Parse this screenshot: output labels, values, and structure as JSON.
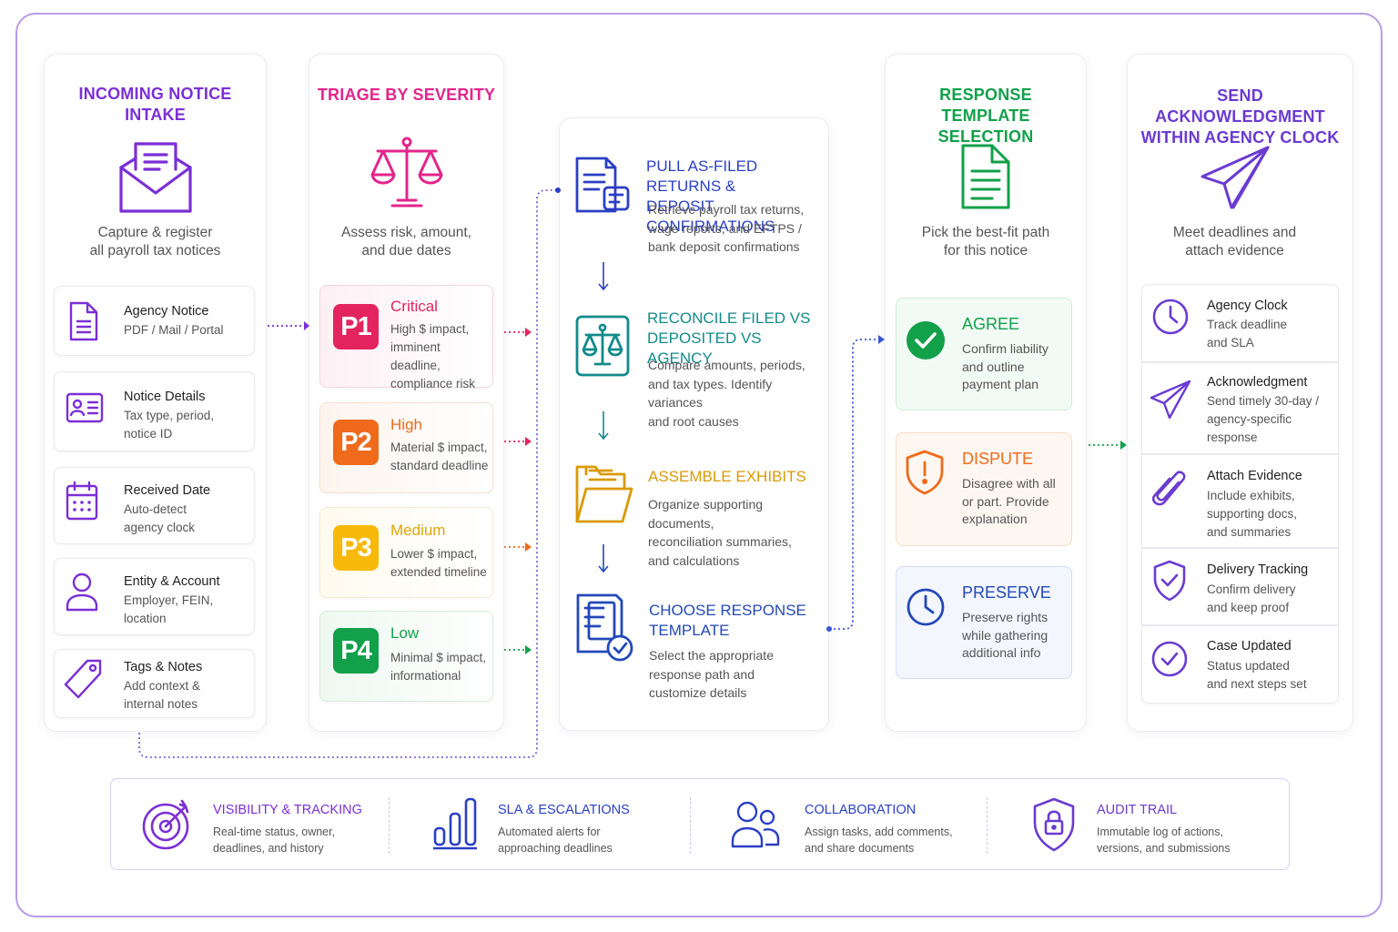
{
  "colors": {
    "purple": "#7b2fd6",
    "magenta": "#e3248c",
    "blue": "#2b3fc4",
    "teal": "#138a8a",
    "gold": "#d99a06",
    "green": "#12a04a",
    "orange": "#ef6a1b",
    "dark_blue": "#2348b8",
    "violet": "#6a3bd1"
  },
  "intake": {
    "title": "INCOMING NOTICE INTAKE",
    "icon": "envelope-document-icon",
    "subtitle_line1": "Capture & register",
    "subtitle_line2": "all payroll tax notices",
    "items": [
      {
        "title": "Agency Notice",
        "desc1": "PDF / Mail / Portal",
        "desc2": "",
        "icon": "document-icon"
      },
      {
        "title": "Notice Details",
        "desc1": "Tax type, period,",
        "desc2": "notice ID",
        "icon": "id-card-icon"
      },
      {
        "title": "Received Date",
        "desc1": "Auto-detect",
        "desc2": "agency clock",
        "icon": "calendar-icon"
      },
      {
        "title": "Entity & Account",
        "desc1": "Employer, FEIN,",
        "desc2": "location",
        "icon": "user-icon"
      },
      {
        "title": "Tags & Notes",
        "desc1": "Add context &",
        "desc2": "internal notes",
        "icon": "tag-icon"
      }
    ]
  },
  "triage": {
    "title": "TRIAGE BY SEVERITY",
    "icon": "scales-icon",
    "subtitle_line1": "Assess risk, amount,",
    "subtitle_line2": "and due dates",
    "levels": [
      {
        "badge": "P1",
        "title": "Critical",
        "desc1": "High $ impact,",
        "desc2": "imminent deadline,",
        "desc3": "compliance risk"
      },
      {
        "badge": "P2",
        "title": "High",
        "desc1": "Material $ impact,",
        "desc2": "standard deadline",
        "desc3": ""
      },
      {
        "badge": "P3",
        "title": "Medium",
        "desc1": "Lower $ impact,",
        "desc2": "extended timeline",
        "desc3": ""
      },
      {
        "badge": "P4",
        "title": "Low",
        "desc1": "Minimal $ impact,",
        "desc2": "informational",
        "desc3": ""
      }
    ]
  },
  "steps": [
    {
      "title1": "PULL AS-FILED RETURNS &",
      "title2": "DEPOSIT CONFIRMATIONS",
      "desc1": "Retrieve payroll tax returns,",
      "desc2": "wage reports, and EFTPS /",
      "desc3": "bank deposit confirmations",
      "icon": "documents-icon"
    },
    {
      "title1": "RECONCILE FILED vs",
      "title2": "DEPOSITED vs AGENCY",
      "desc1": "Compare amounts, periods,",
      "desc2": "and tax types. Identify variances",
      "desc3": "and root causes",
      "icon": "balance-icon"
    },
    {
      "title1": "ASSEMBLE EXHIBITS",
      "title2": "",
      "desc1": "Organize supporting documents,",
      "desc2": "reconciliation summaries,",
      "desc3": "and calculations",
      "icon": "folder-icon"
    },
    {
      "title1": "CHOOSE RESPONSE",
      "title2": "TEMPLATE",
      "desc1": "Select the appropriate",
      "desc2": "response path and",
      "desc3": "customize details",
      "icon": "document-check-icon"
    }
  ],
  "templates": {
    "title": "RESPONSE TEMPLATE SELECTION",
    "icon": "file-text-icon",
    "subtitle_line1": "Pick the best-fit path",
    "subtitle_line2": "for this notice",
    "options": [
      {
        "title": "AGREE",
        "desc1": "Confirm liability",
        "desc2": "and outline",
        "desc3": "payment plan",
        "icon": "check-circle-icon"
      },
      {
        "title": "DISPUTE",
        "desc1": "Disagree with all",
        "desc2": "or part. Provide",
        "desc3": "explanation",
        "icon": "shield-alert-icon"
      },
      {
        "title": "PRESERVE",
        "desc1": "Preserve rights",
        "desc2": "while gathering",
        "desc3": "additional info",
        "icon": "clock-icon"
      }
    ]
  },
  "ack": {
    "title": "SEND ACKNOWLEDGMENT WITHIN AGENCY CLOCK",
    "icon": "paper-plane-icon",
    "subtitle_line1": "Meet deadlines and",
    "subtitle_line2": "attach evidence",
    "items": [
      {
        "title": "Agency Clock",
        "desc1": "Track deadline",
        "desc2": "and SLA",
        "desc3": "",
        "icon": "clock-icon"
      },
      {
        "title": "Acknowledgment",
        "desc1": "Send timely 30-day /",
        "desc2": "agency-specific",
        "desc3": "response",
        "icon": "send-icon"
      },
      {
        "title": "Attach Evidence",
        "desc1": "Include exhibits,",
        "desc2": "supporting docs,",
        "desc3": "and summaries",
        "icon": "paperclip-icon"
      },
      {
        "title": "Delivery Tracking",
        "desc1": "Confirm delivery",
        "desc2": "and keep proof",
        "desc3": "",
        "icon": "shield-check-icon"
      },
      {
        "title": "Case Updated",
        "desc1": "Status updated",
        "desc2": "and next steps set",
        "desc3": "",
        "icon": "check-circle-icon"
      }
    ]
  },
  "features": [
    {
      "title": "VISIBILITY & TRACKING",
      "desc1": "Real-time status, owner,",
      "desc2": "deadlines, and history",
      "icon": "target-icon"
    },
    {
      "title": "SLA &  ESCALATIONS",
      "desc1": "Automated alerts for",
      "desc2": "approaching deadlines",
      "icon": "bar-chart-icon"
    },
    {
      "title": "COLLABORATION",
      "desc1": "Assign tasks, add comments,",
      "desc2": "and share documents",
      "icon": "users-icon"
    },
    {
      "title": "AUDIT TRAIL",
      "desc1": "Immutable log of actions,",
      "desc2": "versions, and submissions",
      "icon": "shield-lock-icon"
    }
  ]
}
